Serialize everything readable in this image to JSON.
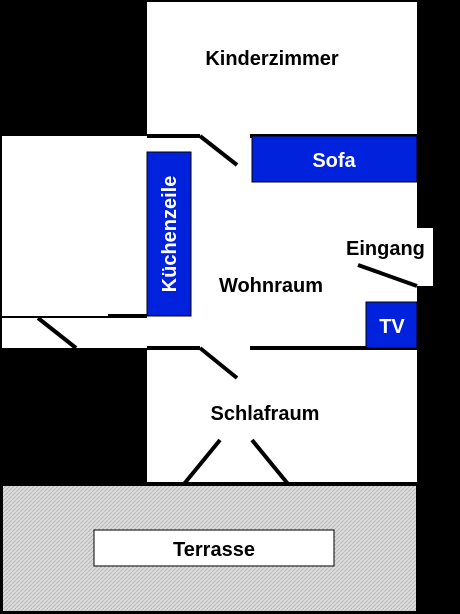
{
  "rooms": {
    "kinderzimmer": "Kinderzimmer",
    "wohnraum": "Wohnraum",
    "schlafraum": "Schlafraum",
    "eingang": "Eingang",
    "terrasse": "Terrasse"
  },
  "furniture": {
    "sofa": "Sofa",
    "kuechenzeile": "Küchenzeile",
    "tv": "TV"
  },
  "colors": {
    "background": "#000000",
    "floor": "#ffffff",
    "furniture": "#0022dd",
    "terrace": "#d9d9d9"
  }
}
